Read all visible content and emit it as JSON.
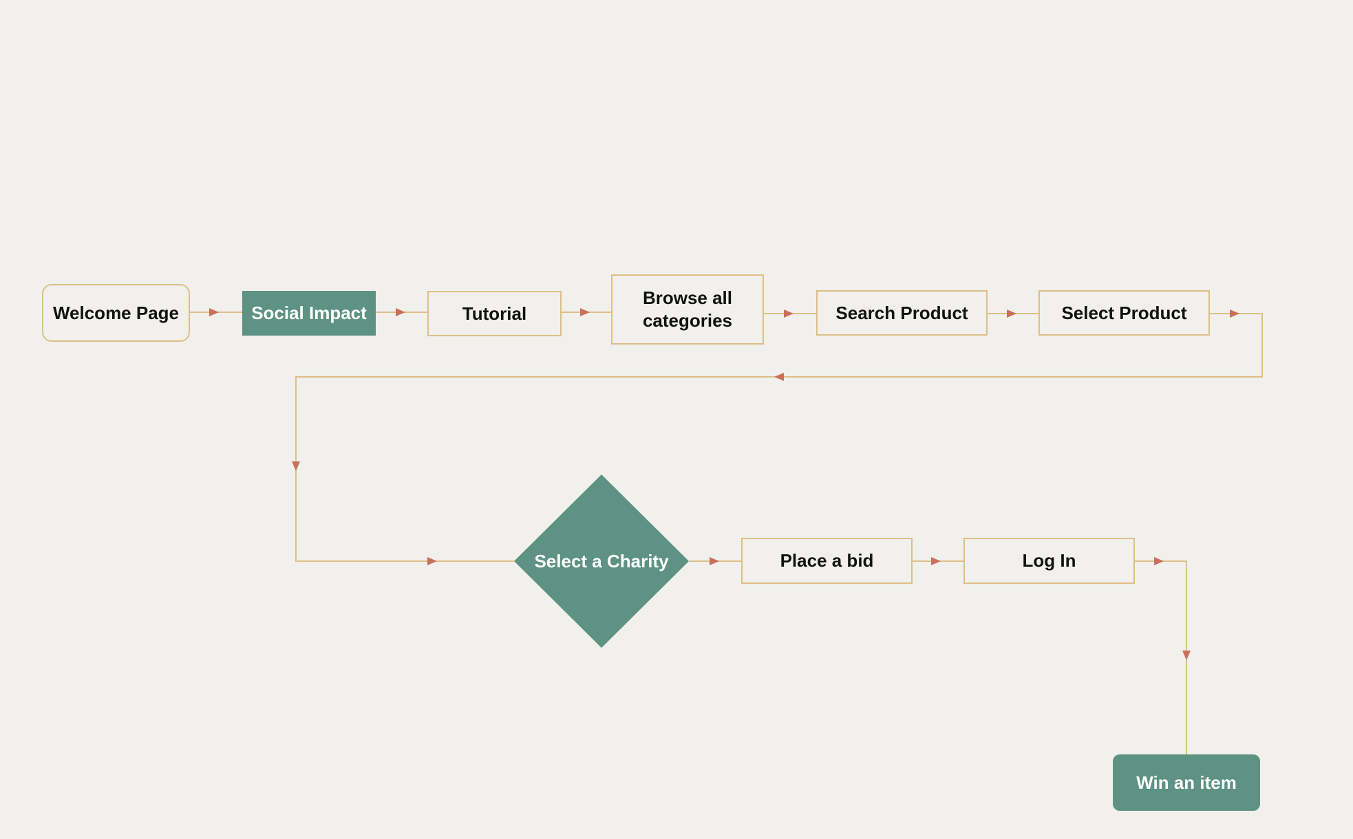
{
  "diagram": {
    "type": "flowchart",
    "colors": {
      "background": "#f1f0ec",
      "node_border": "#dcbf87",
      "node_fill_accent": "#5e9283",
      "connector_line": "#dcbf87",
      "arrowhead": "#c9705a"
    },
    "nodes": {
      "welcome": "Welcome Page",
      "social_impact": "Social Impact",
      "tutorial": "Tutorial",
      "browse": "Browse all\ncategories",
      "search_product": "Search Product",
      "select_product": "Select Product",
      "select_charity": "Select a Charity",
      "place_bid": "Place a bid",
      "log_in": "Log In",
      "win_item": "Win an item"
    },
    "edges": [
      {
        "from": "welcome",
        "to": "social_impact"
      },
      {
        "from": "social_impact",
        "to": "tutorial"
      },
      {
        "from": "tutorial",
        "to": "browse"
      },
      {
        "from": "browse",
        "to": "search_product"
      },
      {
        "from": "search_product",
        "to": "select_product"
      },
      {
        "from": "select_product",
        "to": "select_charity"
      },
      {
        "from": "select_charity",
        "to": "place_bid"
      },
      {
        "from": "place_bid",
        "to": "log_in"
      },
      {
        "from": "log_in",
        "to": "win_item"
      }
    ]
  }
}
